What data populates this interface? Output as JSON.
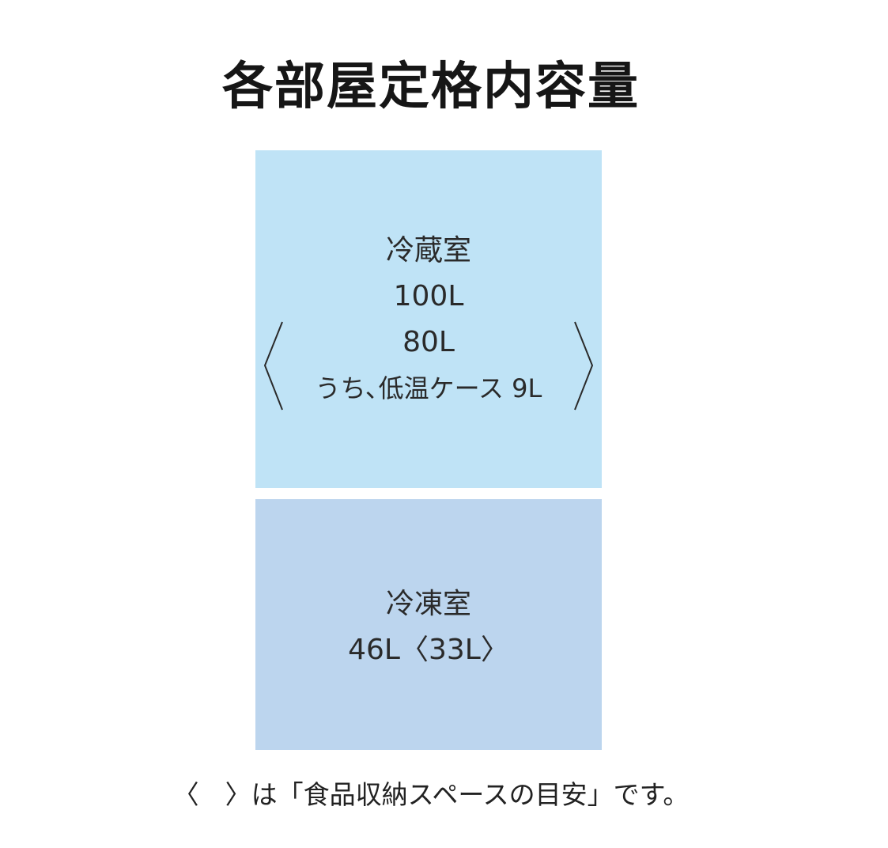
{
  "title": "各部屋定格内容量",
  "fridge": {
    "name": "冷蔵室",
    "capacity": "100L",
    "storage_capacity": "80L",
    "sub_case": "うち､低温ケース 9L",
    "color": "#bfe3f6"
  },
  "freezer": {
    "name": "冷凍室",
    "capacity_line": "46L〈33L〉",
    "color": "#bcd5ee"
  },
  "footnote": "〈　〉は「食品収納スペースの目安」です。"
}
